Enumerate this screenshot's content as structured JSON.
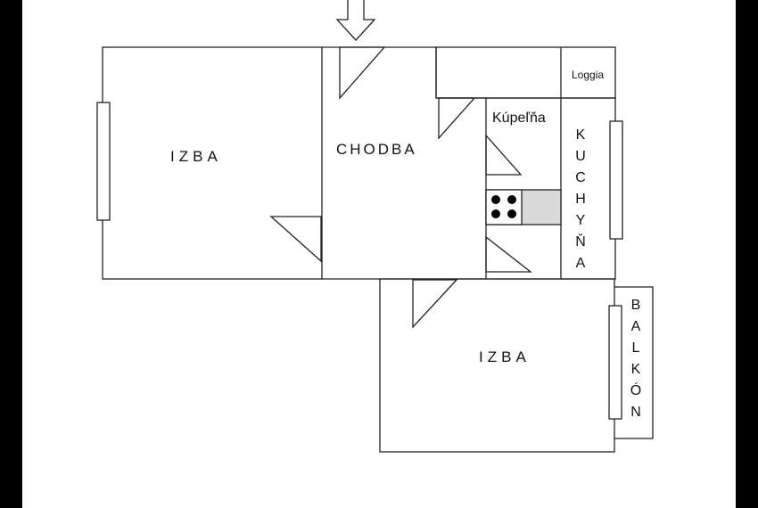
{
  "plan": {
    "room_left": "IZBA",
    "hallway": "CHODBA",
    "loggia": "Loggia",
    "bathroom": "Kúpeľňa",
    "kitchen": [
      "K",
      "U",
      "C",
      "H",
      "Y",
      "Ň",
      "A"
    ],
    "room_bottom": "IZBA",
    "balcony": [
      "B",
      "A",
      "L",
      "K",
      "Ó",
      "N"
    ]
  },
  "colors": {
    "wall": "#222222",
    "background": "#ffffff",
    "frame": "#000000",
    "counter": "#d9d9d9",
    "burner": "#000000"
  }
}
